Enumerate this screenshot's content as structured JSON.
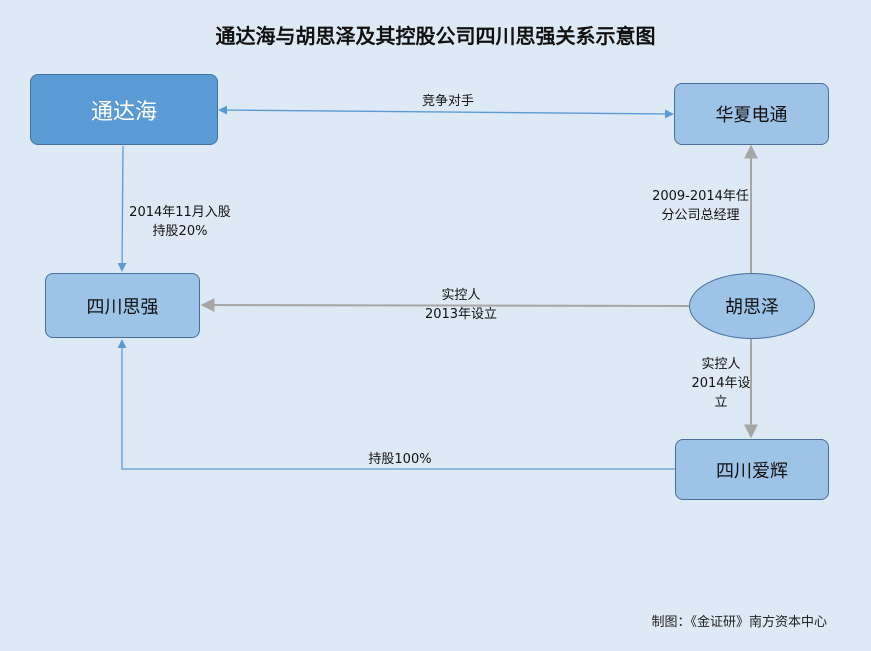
{
  "title": "通达海与胡思泽及其控股公司四川思强关系示意图",
  "nodes": {
    "tongdahai": "通达海",
    "huaxia": "华夏电通",
    "sichuan_siqiang": "四川思强",
    "husize": "胡思泽",
    "sichuan_aihui": "四川爱辉"
  },
  "edges": {
    "competitor": "竞争对手",
    "stake_line1": "2014年11月入股",
    "stake_line2": "持股20%",
    "gm_line1": "2009-2014年任",
    "gm_line2": "分公司总经理",
    "controller_siqiang_line1": "实控人",
    "controller_siqiang_line2": "2013年设立",
    "controller_aihui_line1": "实控人",
    "controller_aihui_line2": "2014年设",
    "controller_aihui_line3": "立",
    "holding": "持股100%"
  },
  "credit": "制图：《金证研》南方资本中心",
  "colors": {
    "background": "#dde9f5",
    "primary_node": "#5b9bd5",
    "secondary_node": "#9dc3e6",
    "blue_arrow": "#5b9bd5",
    "gray_arrow": "#a6a6a6"
  }
}
